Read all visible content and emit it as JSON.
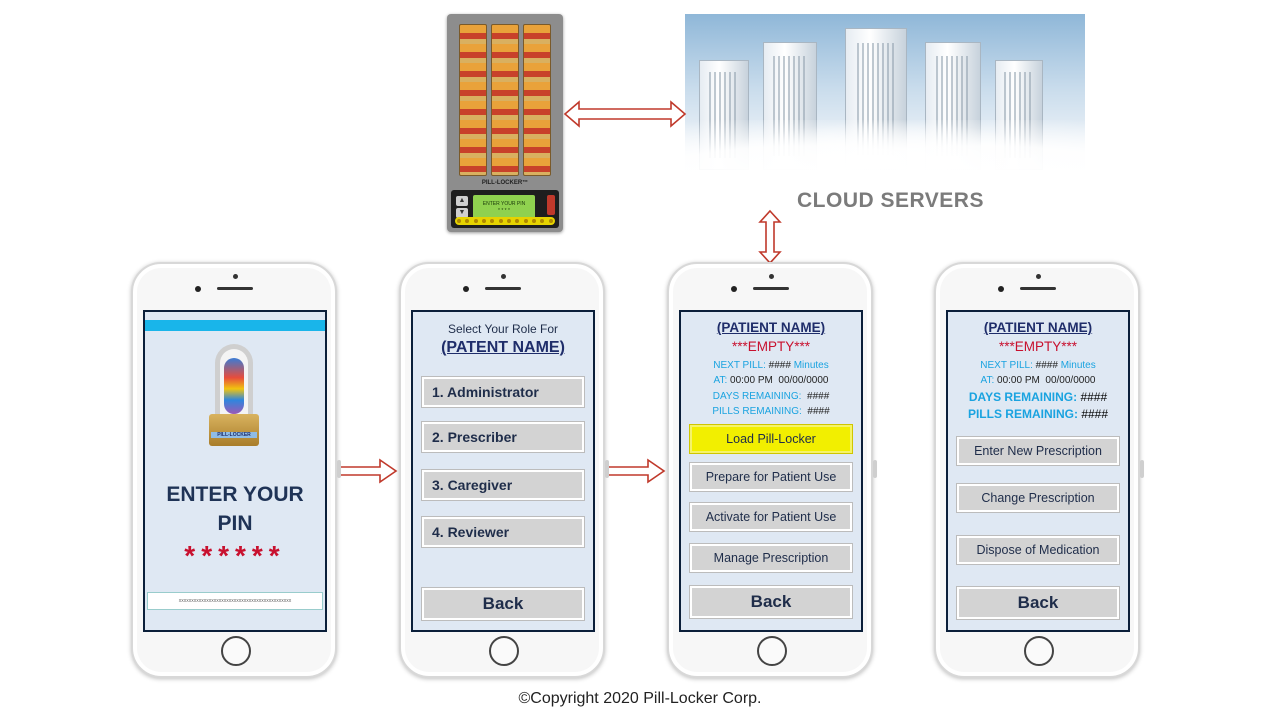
{
  "device": {
    "brand": "PILL-LOCKER™",
    "lcd_prompt": "ENTER YOUR PIN",
    "lcd_mask": "* * * *"
  },
  "cloud": {
    "label": "CLOUD SERVERS"
  },
  "phone1": {
    "logo_text": "PILL-LOCKER",
    "title_line1": "ENTER YOUR",
    "title_line2": "PIN",
    "pin_mask": "******",
    "input_value": "xxxxxxxxxxxxxxxxxxxxxxxxxxxxxxxxxxxxxxxxxxxxx"
  },
  "phone2": {
    "heading": "Select Your Role For",
    "patient": "(PATENT NAME)",
    "roles": [
      "1. Administrator",
      "2. Prescriber",
      "3. Caregiver",
      "4. Reviewer"
    ],
    "back": "Back"
  },
  "phone3": {
    "patient": "(PATIENT NAME)",
    "status": "***EMPTY***",
    "next_pill_label": "NEXT PILL:",
    "next_pill_value": "####",
    "next_pill_unit": "Minutes",
    "at_label": "AT:",
    "at_time": "00:00 PM",
    "at_date": "00/00/0000",
    "days_label": "DAYS REMAINING:",
    "days_value": "####",
    "pills_label": "PILLS REMAINING:",
    "pills_value": "####",
    "actions": [
      "Load Pill-Locker",
      "Prepare for Patient Use",
      "Activate for Patient Use",
      "Manage Prescription"
    ],
    "back": "Back"
  },
  "phone4": {
    "patient": "(PATIENT NAME)",
    "status": "***EMPTY***",
    "next_pill_label": "NEXT PILL:",
    "next_pill_value": "####",
    "next_pill_unit": "Minutes",
    "at_label": "AT:",
    "at_time": "00:00 PM",
    "at_date": "00/00/0000",
    "days_label": "DAYS REMAINING:",
    "days_value": "####",
    "pills_label": "PILLS REMAINING:",
    "pills_value": "####",
    "actions": [
      "Enter New Prescription",
      "Change Prescription",
      "Dispose of Medication"
    ],
    "back": "Back"
  },
  "colors": {
    "accent_red": "#c8102e",
    "highlight_yellow": "#f2ef00",
    "info_cyan": "#1aa3e0"
  },
  "copyright": "©Copyright 2020 Pill-Locker Corp."
}
